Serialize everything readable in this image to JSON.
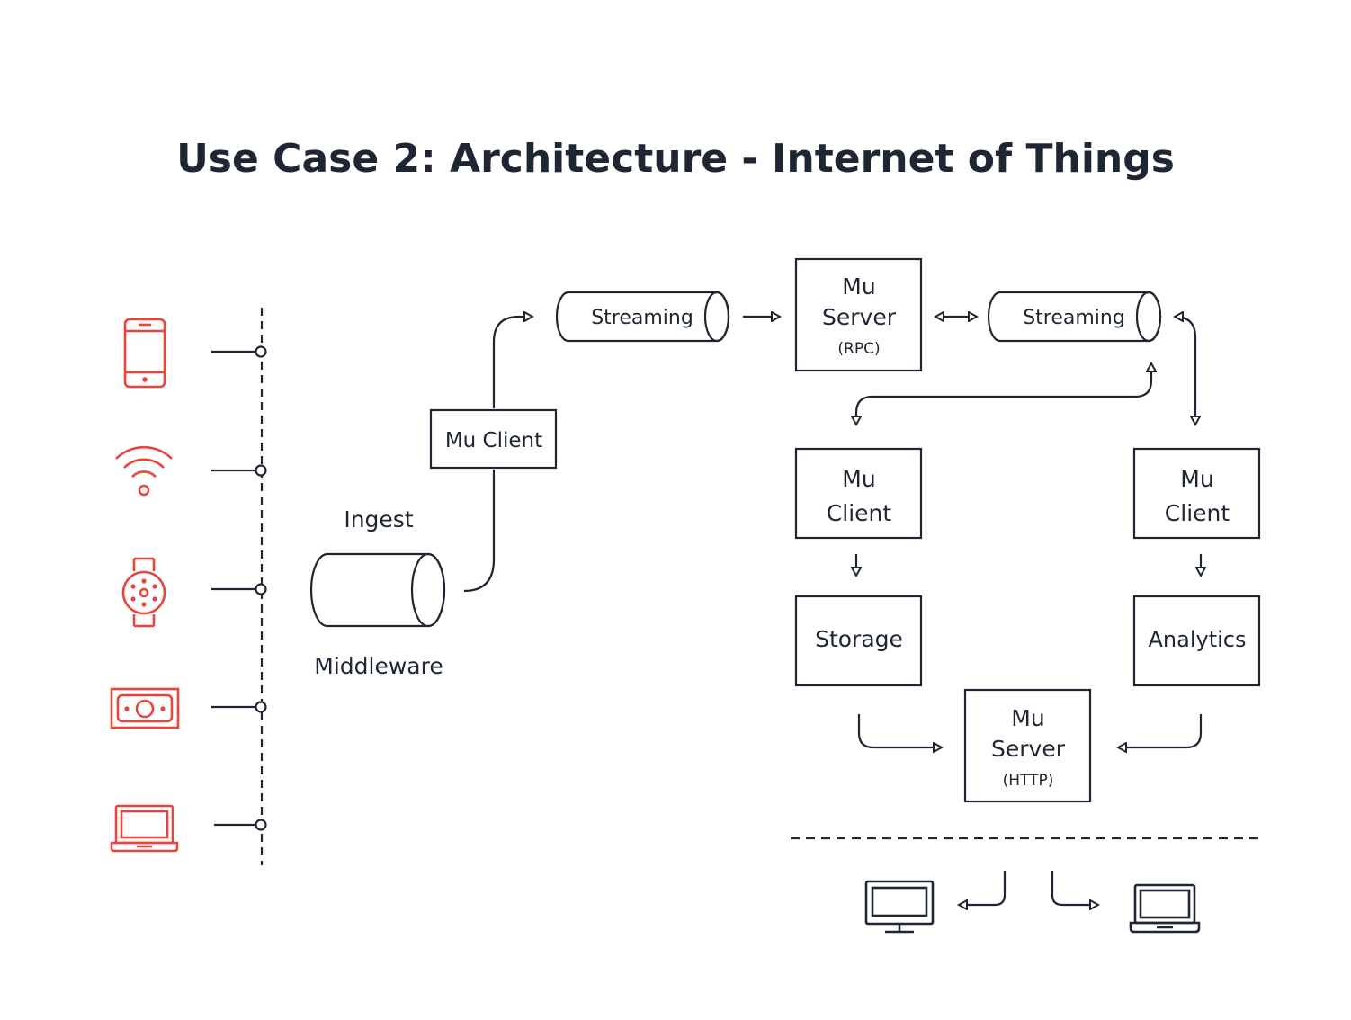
{
  "title": "Use Case 2: Architecture - Internet of Things",
  "devices": [
    {
      "icon": "smartphone-icon"
    },
    {
      "icon": "wifi-icon"
    },
    {
      "icon": "smartwatch-icon"
    },
    {
      "icon": "money-icon"
    },
    {
      "icon": "laptop-icon"
    }
  ],
  "middleware": {
    "top_label": "Ingest",
    "bottom_label": "Middleware"
  },
  "mu_client_ingest": "Mu Client",
  "streaming_left": "Streaming",
  "streaming_right": "Streaming",
  "mu_server_rpc": {
    "line1": "Mu",
    "line2": "Server",
    "sub": "(RPC)"
  },
  "mu_client_storage": {
    "line1": "Mu",
    "line2": "Client"
  },
  "mu_client_analytics": {
    "line1": "Mu",
    "line2": "Client"
  },
  "storage": "Storage",
  "analytics": "Analytics",
  "mu_server_http": {
    "line1": "Mu",
    "line2": "Server",
    "sub": "(HTTP)"
  },
  "consumers": [
    {
      "icon": "desktop-monitor-icon"
    },
    {
      "icon": "laptop-icon"
    }
  ],
  "colors": {
    "ink": "#1f2633",
    "device_accent": "#e8453c"
  }
}
